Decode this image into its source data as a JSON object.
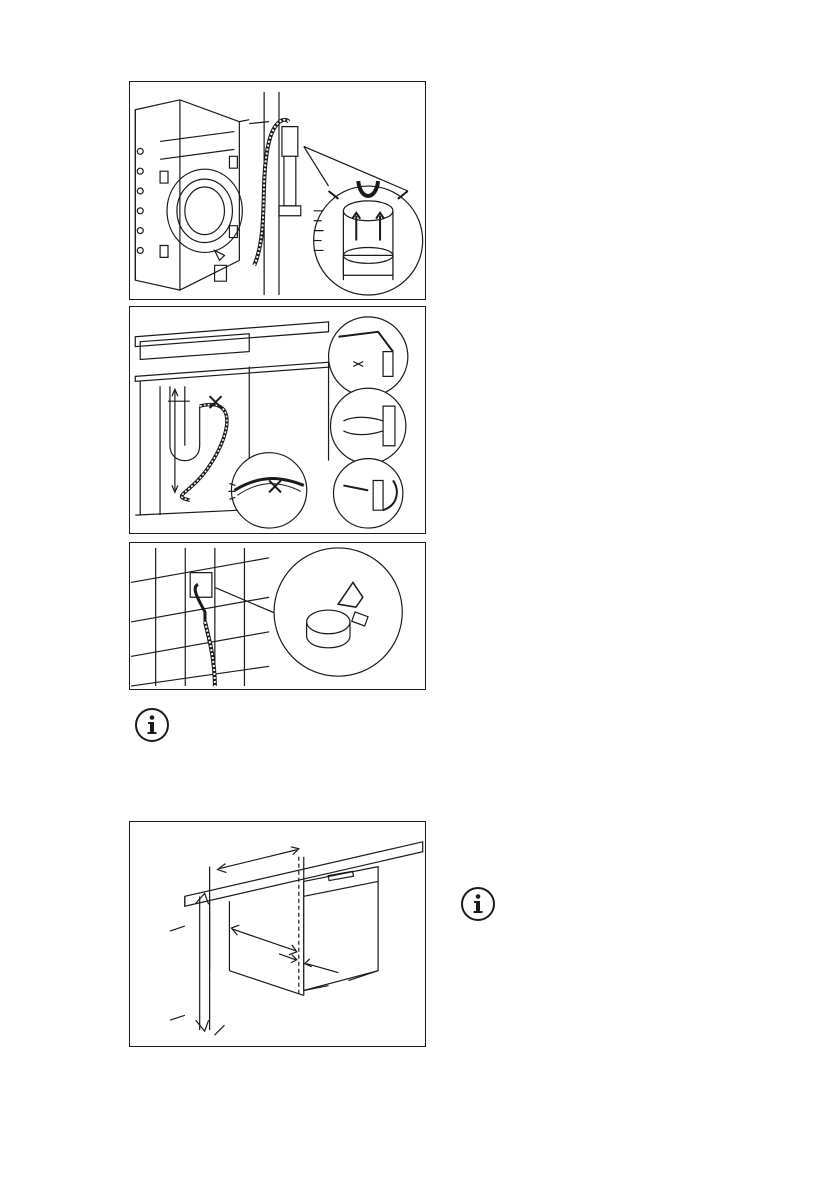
{
  "page": {
    "figures": [
      {
        "icon": "drain-hose-standpipe-figure"
      },
      {
        "icon": "sink-trap-connection-figure"
      },
      {
        "icon": "wall-drain-hose-clamp-figure"
      },
      {
        "icon": "cabinet-installation-dimensions-figure"
      }
    ],
    "notes": [
      {
        "icon": "info-icon"
      },
      {
        "icon": "info-icon"
      }
    ]
  }
}
